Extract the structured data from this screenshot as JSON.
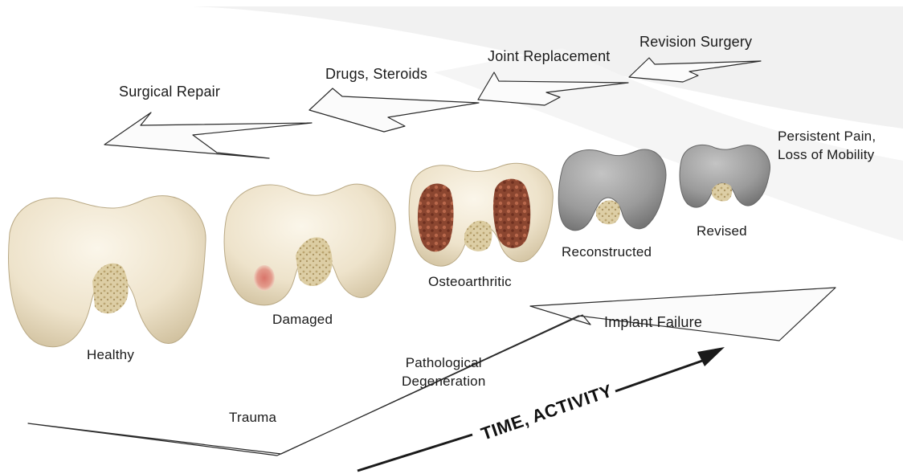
{
  "treatments": {
    "surgical_repair": "Surgical Repair",
    "drugs_steroids": "Drugs, Steroids",
    "joint_replacement": "Joint Replacement",
    "revision_surgery": "Revision Surgery"
  },
  "stages": {
    "healthy": "Healthy",
    "damaged": "Damaged",
    "osteoarthritic": "Osteoarthritic",
    "reconstructed": "Reconstructed",
    "revised": "Revised"
  },
  "causes": {
    "trauma": "Trauma",
    "pathological_degeneration": "Pathological\nDegeneration",
    "implant_failure": "Implant Failure",
    "persistent_pain": "Persistent Pain,\nLoss of Mobility"
  },
  "axis": {
    "time_activity": "TIME, ACTIVITY"
  },
  "colors": {
    "bone": "#efe6d2",
    "bone_shadow": "#c9bb9a",
    "cancellous": "#d8c89a",
    "lesion": "#d9756a",
    "arthritic": "#8e4a33",
    "implant": "#9a9a9a",
    "arrow_fill": "#fbfbfb",
    "arrow_stroke": "#2a2a2a",
    "band": "#ececec"
  }
}
